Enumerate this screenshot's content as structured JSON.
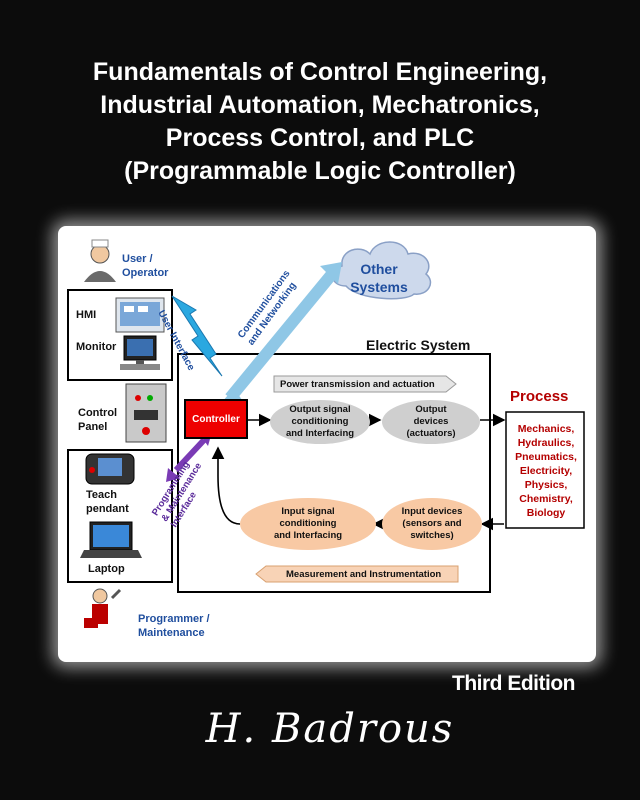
{
  "cover": {
    "title_lines": [
      "Fundamentals of Control Engineering,",
      "Industrial Automation, Mechatronics,",
      "Process Control, and PLC",
      "(Programmable Logic Controller)"
    ],
    "edition": "Third Edition",
    "author": "H. Badrous"
  },
  "diagram": {
    "user_operator": "User /\nOperator",
    "hmi": "HMI",
    "monitor": "Monitor",
    "control_panel": "Control\nPanel",
    "teach_pendant": "Teach\npendant",
    "laptop": "Laptop",
    "programmer": "Programmer /\nMaintenance",
    "user_interface": "User Interface",
    "communications": "Communications\nand Networking",
    "programming_interface": "Programming\n& Maintenance\nInterface",
    "other_systems": "Other\nSystems",
    "electric_system": "Electric System",
    "power_band": "Power transmission and actuation",
    "controller": "Controller",
    "output_signal": "Output signal\nconditioning\nand Interfacing",
    "output_devices": "Output\ndevices\n(actuators)",
    "input_signal": "Input signal\nconditioning\nand Interfacing",
    "input_devices": "Input devices\n(sensors and\nswitches)",
    "measurement_band": "Measurement and Instrumentation",
    "process_title": "Process",
    "process_items": "Mechanics,\nHydraulics,\nPneumatics,\nElectricity,\nPhysics,\nChemistry,\nBiology"
  },
  "colors": {
    "background": "#0c0c0c",
    "label_blue": "#1f4e9e",
    "controller_red": "#ee0000",
    "process_red": "#b40000",
    "interface_purple": "#7a3bb5",
    "arrow_blue": "#2aa8e0"
  }
}
